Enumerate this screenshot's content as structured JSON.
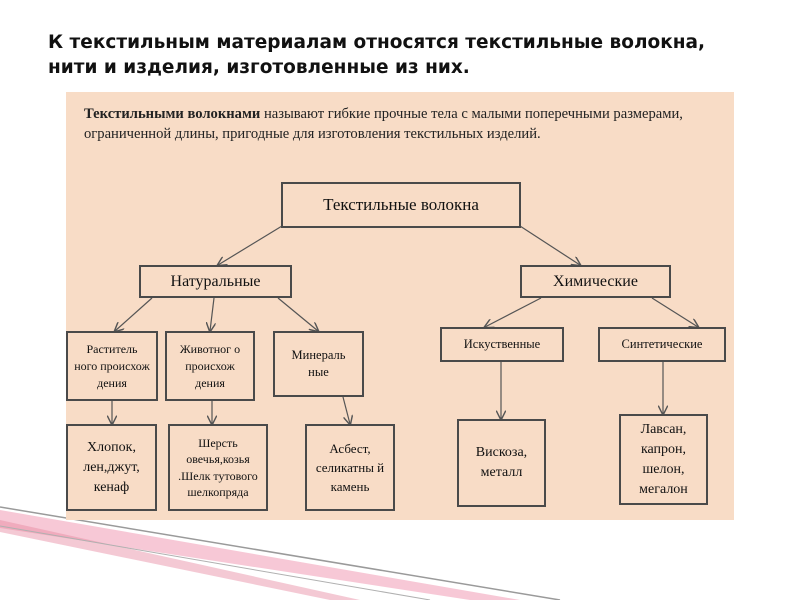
{
  "slide": {
    "heading": "К текстильным материалам относятся текстильные волокна, нити и изделия, изготовленные из них."
  },
  "intro": {
    "bold": "Текстильными волокнами",
    "rest": " называют гибкие прочные тела с малыми поперечными размерами, ограниченной длины, пригодные для изготовления текстильных изделий."
  },
  "diagram": {
    "root": "Текстильные волокна",
    "natural": "Натуральные",
    "chemical": "Химические",
    "plant_origin": "Раститель ного происхож дения",
    "animal_origin": "Животног о происхож дения",
    "mineral": "Минераль ные",
    "artificial": "Искуственные",
    "synthetic": "Синтетические",
    "plant_examples": "Хлопок, лен,джут, кенаф",
    "animal_examples": "Шерсть овечья,козья .Шелк тутового шелкопряда",
    "mineral_examples": "Асбест, селикатны й камень",
    "artificial_examples": "Вискоза, металл",
    "synthetic_examples": "Лавсан, капрон, шелон, мегалон"
  },
  "colors": {
    "panel_background": "#f8dcc6",
    "box_border": "#4a4a4a",
    "arrow": "#555555",
    "decor_pink": "#f4b6c8",
    "decor_gray": "#9a9a9a"
  }
}
